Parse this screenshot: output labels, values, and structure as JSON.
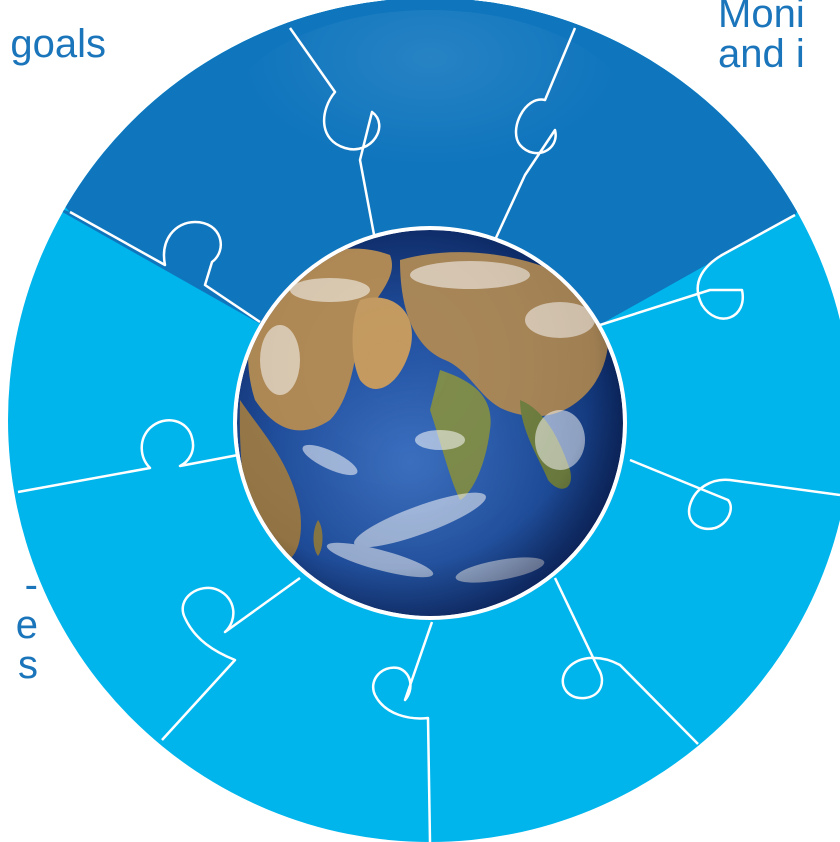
{
  "labels": {
    "goals_text": "- goals",
    "monitor_line1": "Moni",
    "monitor_line2": "and i",
    "left_line1": "-",
    "left_line2": "e",
    "left_line3": "s"
  },
  "diagram": {
    "center_icon": "earth-globe-icon",
    "pieces": [
      {
        "name": "piece-top-left",
        "color": "#0f75bd"
      },
      {
        "name": "piece-top-center",
        "color": "#0f75bd"
      },
      {
        "name": "piece-top-right",
        "color": "#0f75bd"
      },
      {
        "name": "piece-right-upper",
        "color": "#00b5ec"
      },
      {
        "name": "piece-right-lower",
        "color": "#00b5ec"
      },
      {
        "name": "piece-bottom-right",
        "color": "#00b5ec"
      },
      {
        "name": "piece-bottom-left",
        "color": "#00b5ec"
      },
      {
        "name": "piece-left-lower",
        "color": "#00b5ec"
      },
      {
        "name": "piece-left-upper",
        "color": "#00b5ec"
      }
    ],
    "colors": {
      "dark_blue": "#0f75bd",
      "light_blue": "#00b5ec",
      "text_blue": "#1b75bb",
      "seam": "#ffffff"
    }
  }
}
